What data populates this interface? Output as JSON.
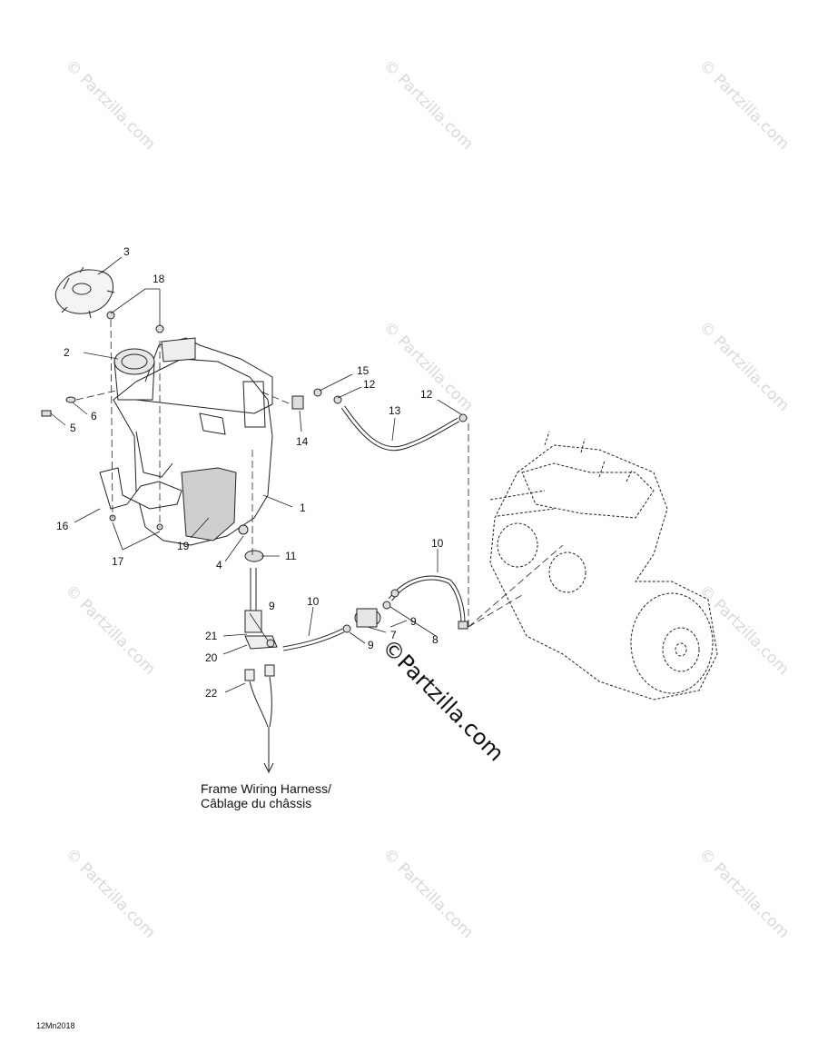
{
  "watermark_text": "© Partzilla.com",
  "brand_text": "©Partzilla.com",
  "callouts": [
    "1",
    "2",
    "3",
    "4",
    "5",
    "6",
    "7",
    "8",
    "9",
    "9",
    "9",
    "10",
    "10",
    "11",
    "12",
    "12",
    "13",
    "14",
    "15",
    "16",
    "17",
    "18",
    "19",
    "20",
    "21",
    "22"
  ],
  "note": {
    "line1": "Frame Wiring Harness/",
    "line2": "Câblage du châssis"
  },
  "drawing_code": "12Mn2018"
}
